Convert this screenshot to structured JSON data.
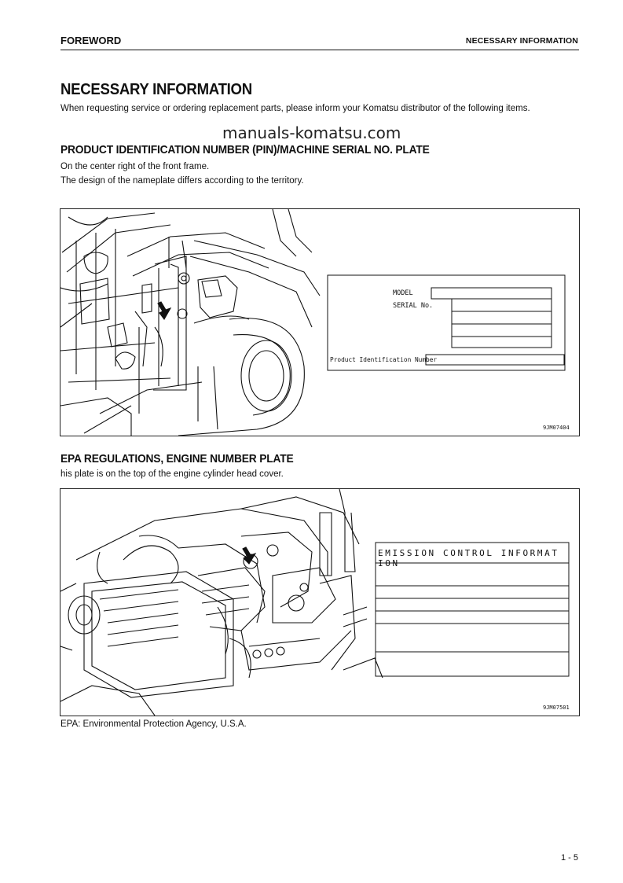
{
  "header": {
    "left": "FOREWORD",
    "right": "NECESSARY INFORMATION"
  },
  "title": "NECESSARY INFORMATION",
  "intro": "When requesting service or ordering replacement parts, please inform your Komatsu distributor of the following items.",
  "watermark": "manuals-komatsu.com",
  "section1": {
    "heading": "PRODUCT IDENTIFICATION NUMBER (PIN)/MACHINE SERIAL NO. PLATE",
    "line1": "On the center right of the front frame.",
    "line2": "The design of the nameplate differs according to the territory.",
    "plate": {
      "model_label": "MODEL",
      "serial_label": "SERIAL No.",
      "pin_label": "Product Identification Number"
    },
    "figure_code": "9JM07404"
  },
  "section2": {
    "heading": "EPA REGULATIONS, ENGINE NUMBER PLATE",
    "line1": "his plate is on the top of the engine cylinder head cover.",
    "plate_title": "EMISSION CONTROL INFORMAT ION",
    "figure_code": "9JM07501",
    "note": "EPA: Environmental Protection Agency, U.S.A."
  },
  "page_number": "1 - 5"
}
